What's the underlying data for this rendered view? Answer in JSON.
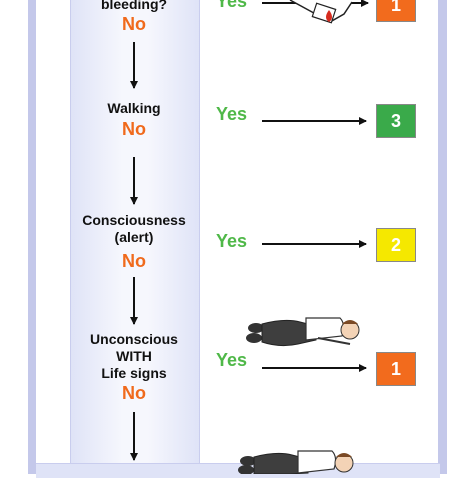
{
  "colors": {
    "no": "#f06a1c",
    "yes": "#4fb848",
    "priority_1": "#f26b1d",
    "priority_2": "#f5e800",
    "priority_3": "#3aaa4a",
    "frame": "#c4c8ea"
  },
  "steps": [
    {
      "question": "bleeding?",
      "answer_no": "No",
      "answer_yes": "Yes",
      "priority": "1"
    },
    {
      "question": "Walking",
      "answer_no": "No",
      "answer_yes": "Yes",
      "priority": "3"
    },
    {
      "question_lines": [
        "Consciousness",
        "(alert)"
      ],
      "answer_no": "No",
      "answer_yes": "Yes",
      "priority": "2"
    },
    {
      "question_lines": [
        "Unconscious",
        "WITH",
        "Life signs"
      ],
      "answer_no": "No",
      "answer_yes": "Yes",
      "priority": "1"
    }
  ],
  "illustrations": [
    "bleeding-hand-illustration",
    "lying-person-illustration",
    "lying-person-illustration"
  ]
}
